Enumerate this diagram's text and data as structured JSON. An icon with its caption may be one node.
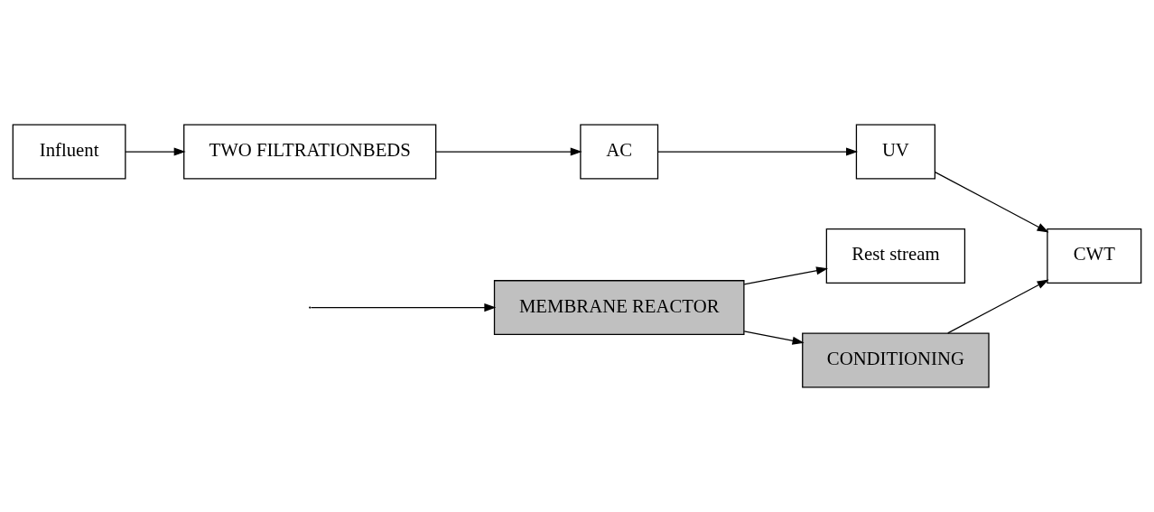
{
  "diagram": {
    "nodes": [
      {
        "text": [
          "Rest stream"
        ]
      },
      {
        "text": [
          "MEMBRANE REACTOR"
        ]
      },
      {
        "text": [
          "CONDITIONING"
        ]
      },
      {
        "text": [
          "Influent"
        ]
      },
      {
        "text": [
          "TWO FILTRATIONBEDS"
        ]
      },
      {
        "text": [
          "AC"
        ]
      },
      {
        "text": [
          "UV"
        ]
      },
      {
        "text": [
          "CWT"
        ]
      }
    ],
    "edges": [
      {
        "from": null,
        "to": 1,
        "arrow": "to"
      },
      {
        "from": 1,
        "to": 0,
        "arrow": "to"
      },
      {
        "from": 1,
        "to": 2,
        "arrow": "to"
      },
      {
        "from": 2,
        "to": 7,
        "arrow": "to"
      },
      {
        "from": 3,
        "to": 4,
        "arrow": "to"
      },
      {
        "from": 4,
        "to": 5,
        "arrow": "to"
      },
      {
        "from": 5,
        "to": 6,
        "arrow": "to"
      },
      {
        "from": 6,
        "to": 7,
        "arrow": "to"
      }
    ]
  }
}
